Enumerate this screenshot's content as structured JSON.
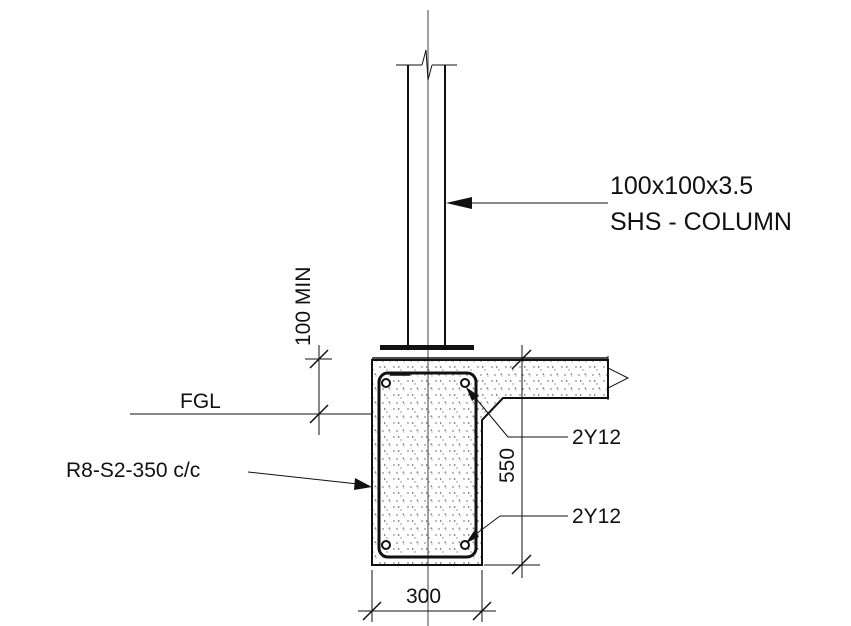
{
  "labels": {
    "column_size": "100x100x3.5",
    "column_type": "SHS - COLUMN",
    "min_embed": "100 MIN",
    "fgl": "FGL",
    "stirrups": "R8-S2-350 c/c",
    "top_bars": "2Y12",
    "bottom_bars": "2Y12",
    "beam_depth": "550",
    "beam_width": "300"
  },
  "colors": {
    "line": "#111111",
    "background": "#ffffff"
  }
}
